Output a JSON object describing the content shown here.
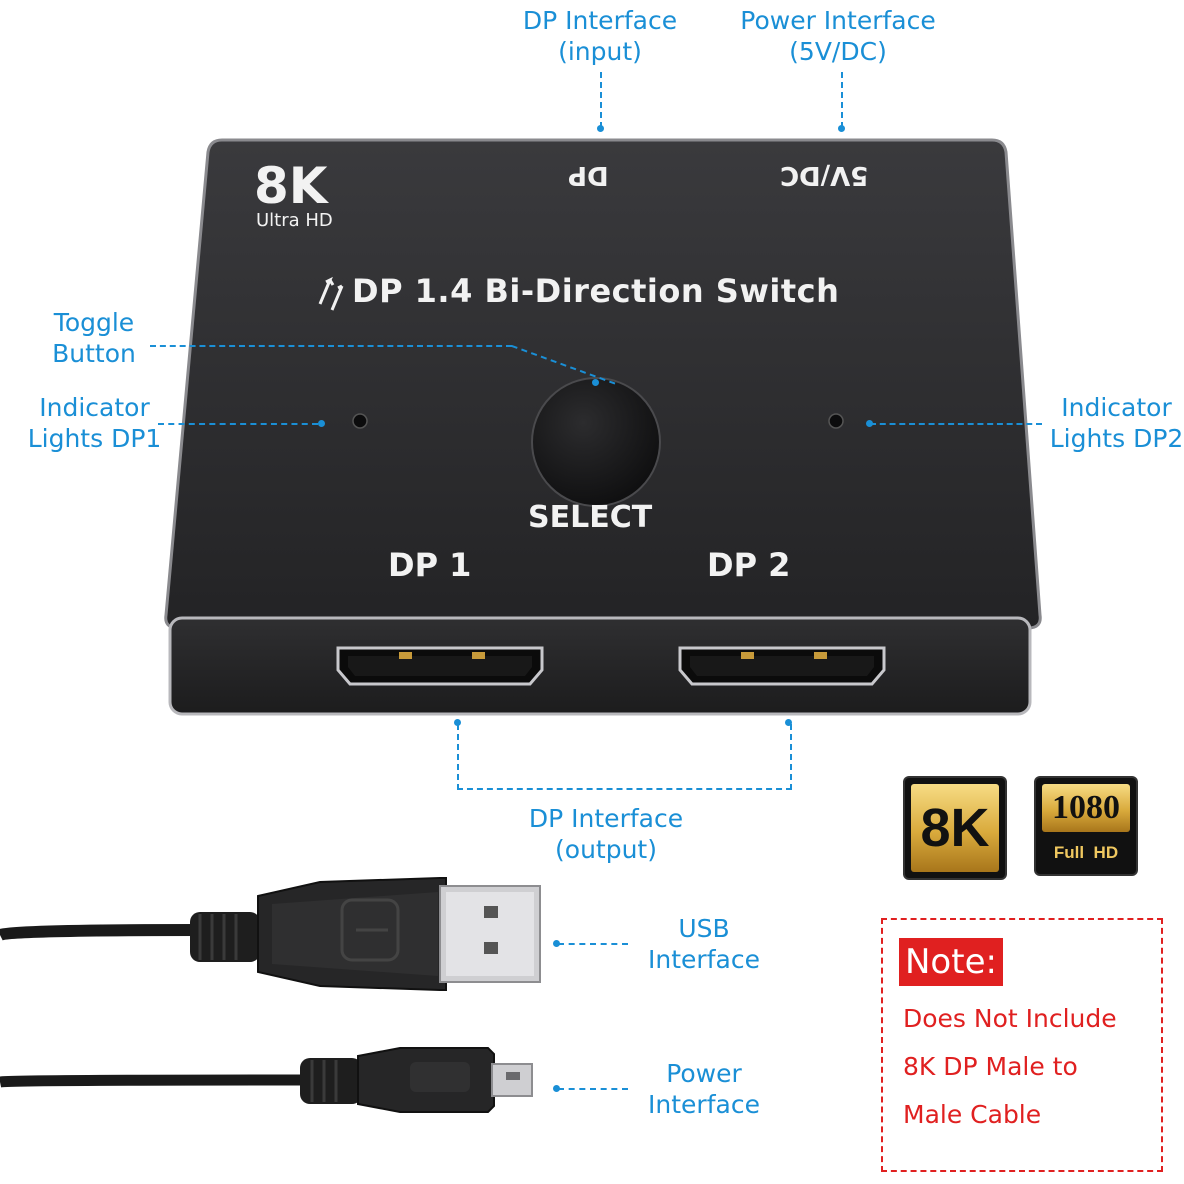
{
  "device": {
    "logo_main": "8K",
    "logo_sub": "Ultra HD",
    "top_port_dp": "DP",
    "top_port_power": "5V/DC",
    "title": "DP 1.4 Bi-Direction Switch",
    "select_label": "SELECT",
    "port1_label": "DP 1",
    "port2_label": "DP 2"
  },
  "callouts": {
    "dp_input": [
      "DP Interface",
      "(input)"
    ],
    "power_input": [
      "Power Interface",
      "(5V/DC)"
    ],
    "toggle": [
      "Toggle",
      "Button"
    ],
    "indicator_dp1": [
      "Indicator",
      "Lights DP1"
    ],
    "indicator_dp2": [
      "Indicator",
      "Lights DP2"
    ],
    "dp_output": [
      "DP Interface",
      "(output)"
    ],
    "usb": [
      "USB",
      "Interface"
    ],
    "power": [
      "Power",
      "Interface"
    ]
  },
  "badges": {
    "badge_8k": "8K",
    "badge_1080_top": "1080",
    "badge_1080_bottom": "Full  HD"
  },
  "note": {
    "title": "Note:",
    "lines": [
      "Does Not Include",
      "8K DP Male to",
      "Male Cable"
    ]
  },
  "colors": {
    "accent": "#1a8fd6",
    "note_red": "#e02020",
    "device_body": "#2b2b2d",
    "gold": "#d4a53a"
  }
}
